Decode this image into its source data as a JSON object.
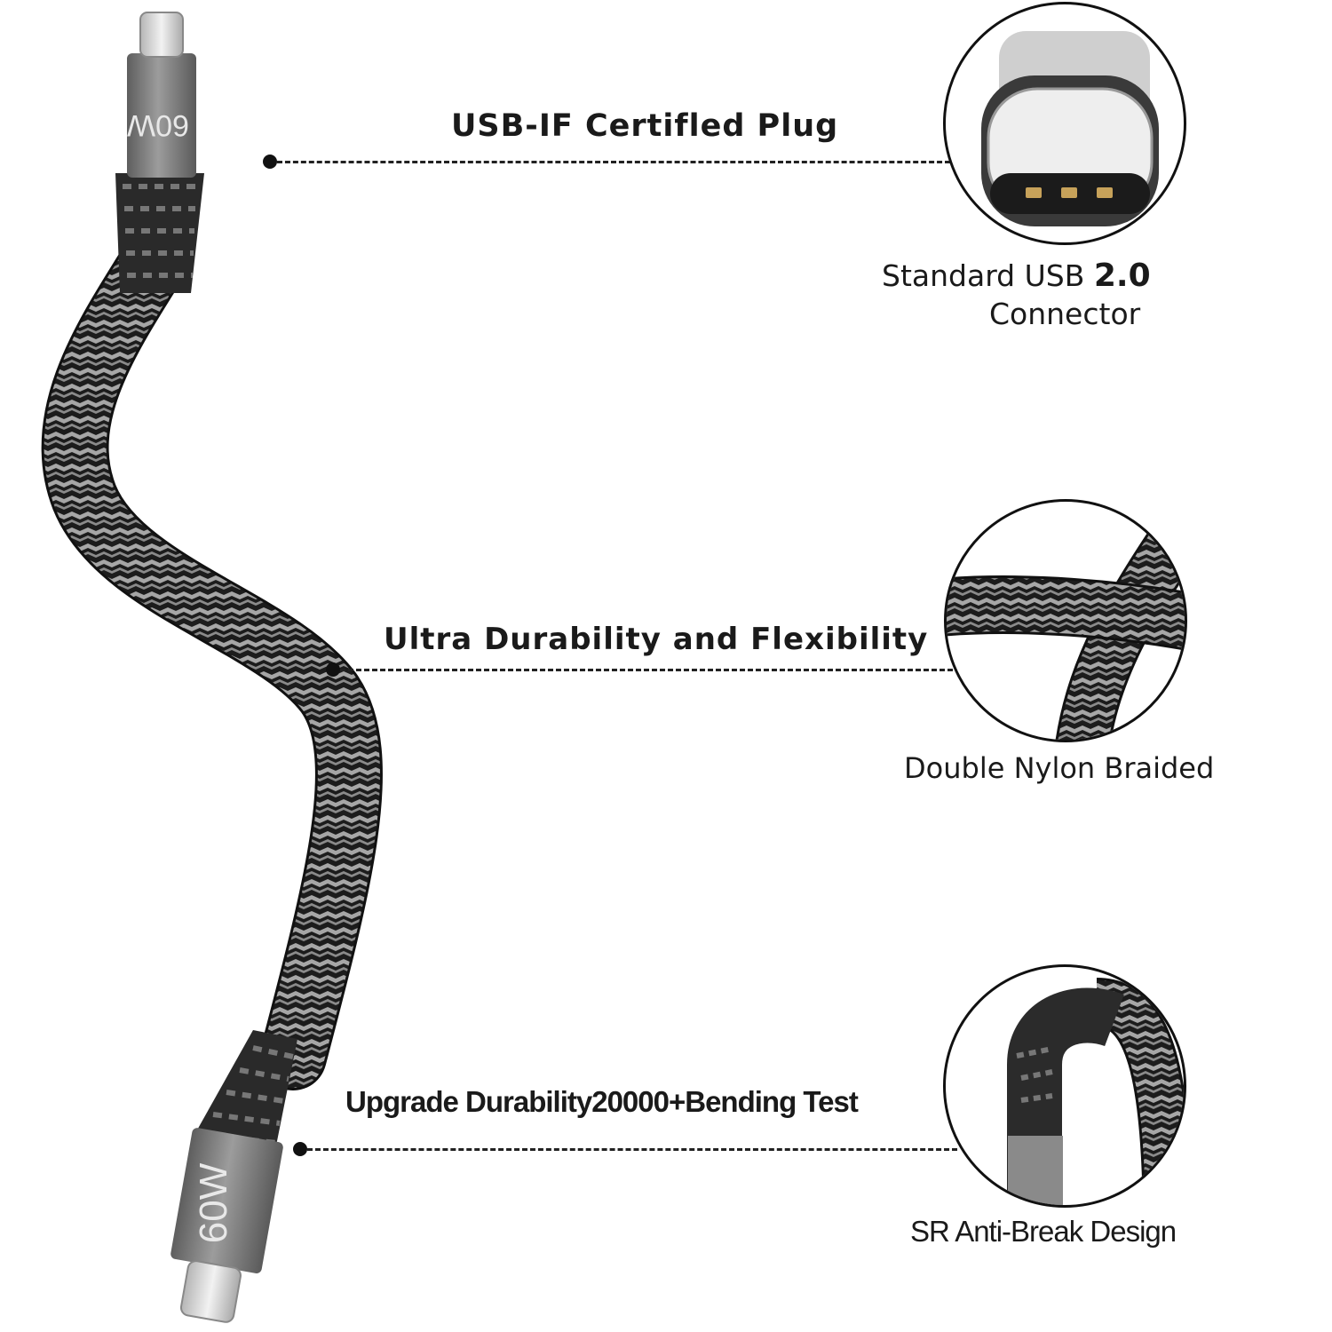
{
  "plug_label": "60W",
  "features": [
    {
      "callout": "USB-IF Certifled Plug",
      "caption": [
        "Standard USB",
        "2.0",
        "Connector"
      ]
    },
    {
      "callout": "Ultra Durability and Flexibility",
      "caption": [
        "Double Nylon Braided"
      ]
    },
    {
      "callout": "Upgrade Durability20000+Bending Test",
      "caption": [
        "SR Anti-Break Design"
      ]
    }
  ],
  "colors": {
    "braid_dark": "#1c1c1c",
    "braid_light": "#9a9a9a",
    "housing": "#7b7b7b",
    "metal": "#d9d9d9"
  }
}
